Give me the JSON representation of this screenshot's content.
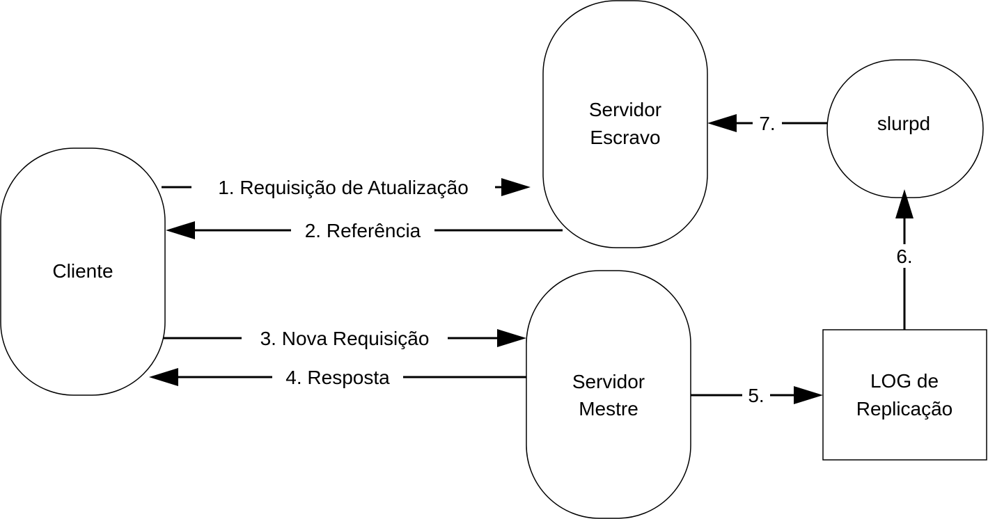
{
  "nodes": {
    "cliente": {
      "label": "Cliente"
    },
    "escravo": {
      "line1": "Servidor",
      "line2": "Escravo"
    },
    "mestre": {
      "line1": "Servidor",
      "line2": "Mestre"
    },
    "slurpd": {
      "label": "slurpd"
    },
    "log": {
      "line1": "LOG de",
      "line2": "Replicação"
    }
  },
  "edges": {
    "e1": "1. Requisição de Atualização",
    "e2": "2. Referência",
    "e3": "3. Nova Requisição",
    "e4": "4. Resposta",
    "e5": "5.",
    "e6": "6.",
    "e7": "7."
  }
}
